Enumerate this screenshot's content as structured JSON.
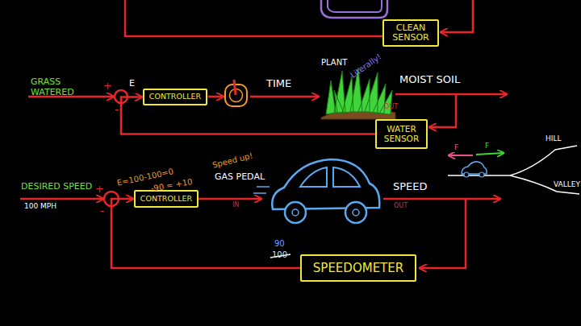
{
  "diagram": {
    "nodes": [
      {
        "text": [
          "CLEAN SENSOR"
        ]
      },
      {
        "text": [
          "CONTROLLER"
        ]
      },
      {
        "text": [
          "WATER SENSOR"
        ]
      },
      {
        "text": [
          "CONTROLLER"
        ]
      },
      {
        "text": [
          "SPEEDOMETER"
        ]
      }
    ],
    "edges": [
      {
        "from": 2,
        "to": 1,
        "arrow": "to"
      },
      {
        "from": 4,
        "to": 3,
        "arrow": "to"
      }
    ],
    "labels": [
      "GRASS WATERED",
      "+",
      "E",
      "-",
      "TIME",
      "PLANT",
      "Literally!",
      "MOIST SOIL",
      "OUT",
      "DESIRED SPEED",
      "100 MPH",
      "+",
      "-",
      "E=100-100=0",
      "-90 = +10",
      "Speed up!",
      "GAS PEDAL",
      "IN",
      "SPEED",
      "OUT",
      "90",
      "100",
      "F",
      "F",
      "HILL",
      "VALLEY"
    ]
  }
}
